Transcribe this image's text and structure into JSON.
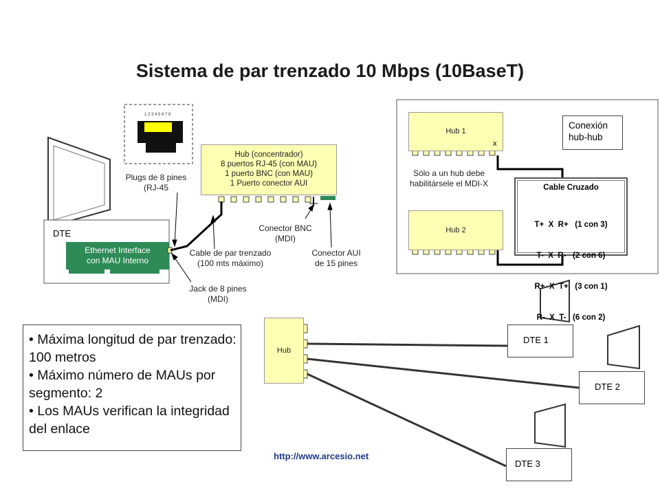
{
  "title": "Sistema de par trenzado 10 Mbps (10BaseT)",
  "rj45": {
    "pin_numbers": "1 2 3 4 5 6 7 8",
    "label": "Plugs de 8 pines\n(RJ-45"
  },
  "hub_main": {
    "lines": [
      "Hub (concentrador)",
      "8 puertos RJ-45 (con MAU)",
      "1 puerto BNC (con MAU)",
      "1 Puerto conector AUI"
    ]
  },
  "dte_left": {
    "label": "DTE",
    "interface": "Ethernet Interface\ncon MAU Interno"
  },
  "labels": {
    "cable_par": "Cable de par trenzado\n(100 mts máximo)",
    "jack": "Jack de 8 pines\n(MDI)",
    "bnc": "Conector BNC\n(MDI)",
    "aui": "Conector AUI\nde 15 pines"
  },
  "hubhub": {
    "hub1": "Hub 1",
    "hub2": "Hub 2",
    "x_mark": "x",
    "conexion": "Conexión\nhub-hub",
    "note": "Sólo a un hub debe\nhabilitársele el MDI-X",
    "cable_title": "Cable Cruzado",
    "cable_rows": [
      "T+  X  R+   (1 con 3)",
      "T-  X  R-   (2 con 6)",
      "R+  X  T+   (3 con 1)",
      "R-  X  T-   (6 con 2)"
    ]
  },
  "bottom": {
    "hub": "Hub",
    "dte1": "DTE 1",
    "dte2": "DTE 2",
    "dte3": "DTE 3"
  },
  "bullets": [
    "• Máxima longitud de par trenzado: 100 metros",
    "• Máximo número de MAUs por segmento: 2",
    "• Los MAUs verifican la integridad del enlace"
  ],
  "url": "http://www.arcesio.net"
}
